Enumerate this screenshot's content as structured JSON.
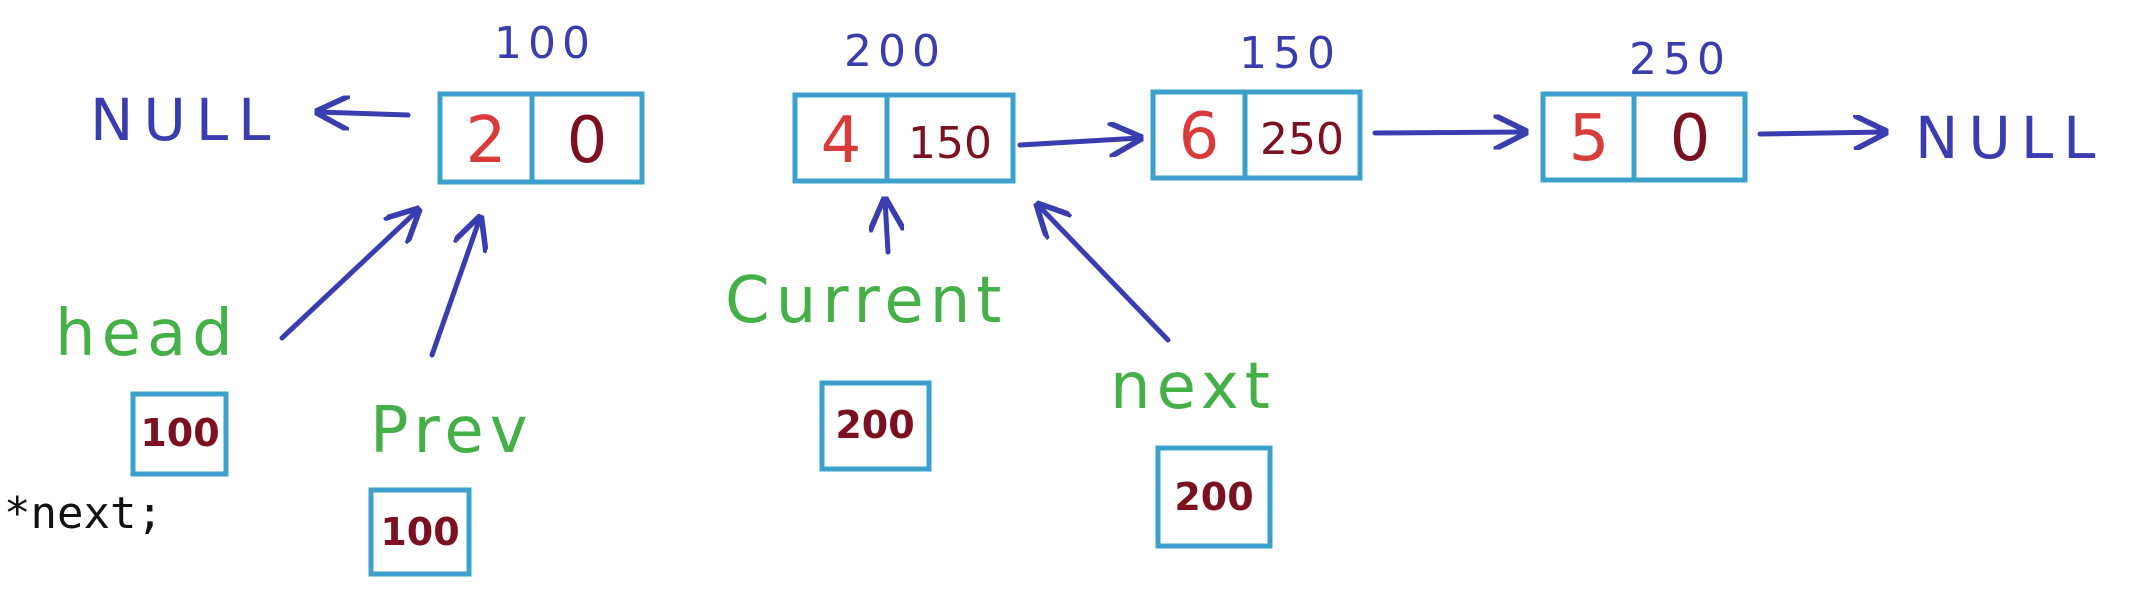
{
  "colors": {
    "box": "#3ca0cc",
    "arrow": "#3a3db0",
    "address": "#3a3db0",
    "data": "#d93a3a",
    "next": "#7a1020",
    "label": "#45b048",
    "code": "#111111"
  },
  "nodes": [
    {
      "address": "100",
      "data": "2",
      "next": "0"
    },
    {
      "address": "200",
      "data": "4",
      "next": "150"
    },
    {
      "address": "150",
      "data": "6",
      "next": "250"
    },
    {
      "address": "250",
      "data": "5",
      "next": "0"
    }
  ],
  "null_left": "NULL",
  "null_right": "NULL",
  "pointers": {
    "head": {
      "label": "head",
      "value": "100"
    },
    "prev": {
      "label": "Prev",
      "value": "100"
    },
    "current": {
      "label": "Current",
      "value": "200"
    },
    "next": {
      "label": "next",
      "value": "200"
    }
  },
  "code_fragment": "*next;"
}
